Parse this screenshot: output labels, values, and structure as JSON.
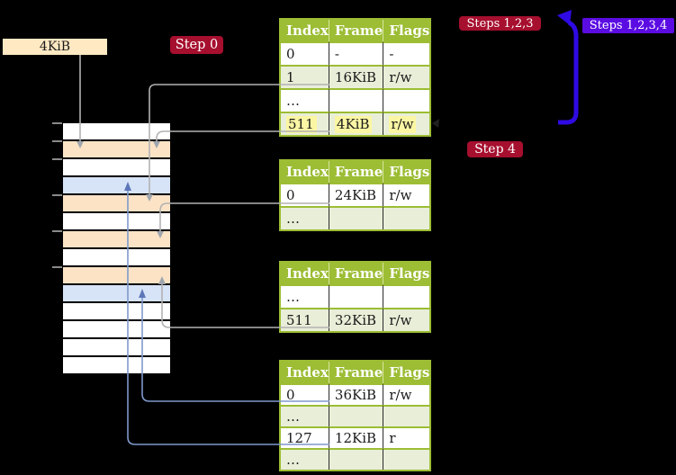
{
  "labels": {
    "frame_pointer": "4KiB",
    "step0": "Step 0",
    "steps123": "Steps 1,2,3",
    "steps1234": "Steps 1,2,3,4",
    "step4": "Step 4"
  },
  "colors": {
    "background": "#000000",
    "table_header_green": "#9cbd34",
    "table_row_green": "#e9eed8",
    "highlight_yellow": "#fbf6a3",
    "memory_frame_peach": "#fce3c6",
    "memory_frame_blue": "#d7e3f7",
    "memory_frame_white": "#ffffff",
    "frame_pointer_box": "#ffe9c3",
    "badge_crimson": "#a60f2e",
    "badge_blue_violet": "#5b0ce2",
    "big_arrow_blue": "#2f0ae3",
    "connector_gray": "#b2b2b2",
    "connector_blue": "#7e99cb"
  },
  "page_tables": [
    {
      "name": "table-1",
      "headers": [
        "Index",
        "Frame",
        "Flags"
      ],
      "rows": [
        {
          "index": "0",
          "frame": "-",
          "flags": "-",
          "highlight": false
        },
        {
          "index": "1",
          "frame": "16KiB",
          "flags": "r/w",
          "highlight": false
        },
        {
          "index": "…",
          "frame": "",
          "flags": "",
          "highlight": false
        },
        {
          "index": "511",
          "frame": "4KiB",
          "flags": "r/w",
          "highlight": true
        }
      ]
    },
    {
      "name": "table-2",
      "headers": [
        "Index",
        "Frame",
        "Flags"
      ],
      "rows": [
        {
          "index": "0",
          "frame": "24KiB",
          "flags": "r/w",
          "highlight": false
        },
        {
          "index": "…",
          "frame": "",
          "flags": "",
          "highlight": false
        }
      ]
    },
    {
      "name": "table-3",
      "headers": [
        "Index",
        "Frame",
        "Flags"
      ],
      "rows": [
        {
          "index": "…",
          "frame": "",
          "flags": "",
          "highlight": false
        },
        {
          "index": "511",
          "frame": "32KiB",
          "flags": "r/w",
          "highlight": false
        }
      ]
    },
    {
      "name": "table-4",
      "headers": [
        "Index",
        "Frame",
        "Flags"
      ],
      "rows": [
        {
          "index": "0",
          "frame": "36KiB",
          "flags": "r/w",
          "highlight": false
        },
        {
          "index": "…",
          "frame": "",
          "flags": "",
          "highlight": false
        },
        {
          "index": "127",
          "frame": "12KiB",
          "flags": "r",
          "highlight": false
        },
        {
          "index": "…",
          "frame": "",
          "flags": "",
          "highlight": false
        }
      ]
    }
  ],
  "memory_stack": {
    "rows": [
      "white",
      "peach",
      "white",
      "blue",
      "peach",
      "white",
      "peach",
      "white",
      "peach",
      "blue",
      "white",
      "white",
      "white",
      "white"
    ],
    "tick_count": 6
  },
  "connections": [
    {
      "from": "4KiB pointer box",
      "to": "frame at 4KiB",
      "style": "gray-arrow"
    },
    {
      "from": "table-1 entry 1 (16KiB)",
      "to": "frame at 16KiB",
      "style": "gray-arrow"
    },
    {
      "from": "table-1 entry 511 (4KiB)",
      "to": "frame at 4KiB",
      "style": "gray-arrow"
    },
    {
      "from": "table-2 entry 0 (24KiB)",
      "to": "frame at 24KiB",
      "style": "gray-arrow"
    },
    {
      "from": "table-3 entry 511 (32KiB)",
      "to": "frame at 32KiB",
      "style": "gray-arrow"
    },
    {
      "from": "table-4 entry 0 (36KiB)",
      "to": "frame at 36KiB",
      "style": "blue-arrow"
    },
    {
      "from": "table-4 entry 127 (12KiB)",
      "to": "frame at 12KiB",
      "style": "blue-arrow"
    },
    {
      "from": "below steps badges",
      "to": "table-1 entry 511",
      "style": "thick-blue-arrow"
    }
  ]
}
